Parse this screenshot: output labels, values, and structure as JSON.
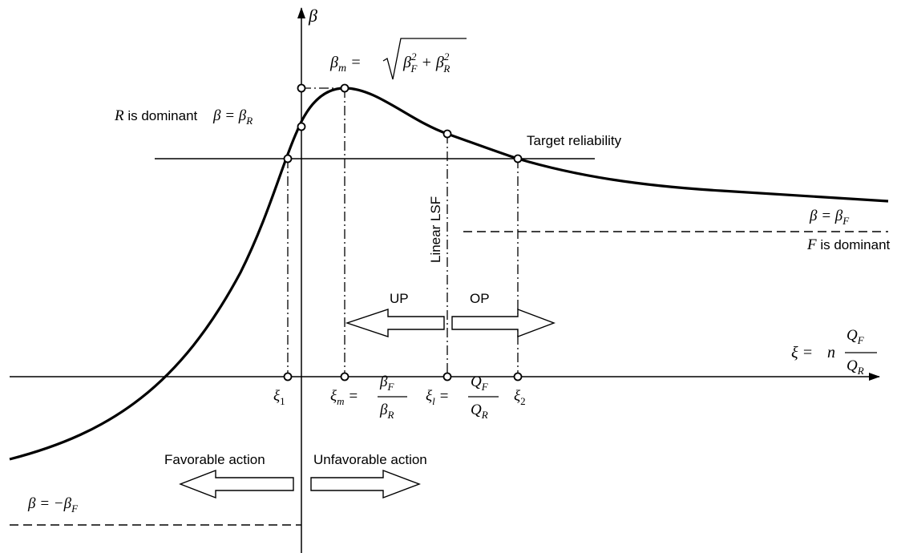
{
  "axes": {
    "y_label": "β",
    "x_label": {
      "lhs": "ξ = ",
      "n": "n",
      "num": "Q",
      "num_sub": "F",
      "den": "Q",
      "den_sub": "R"
    }
  },
  "curve_labels": {
    "beta_m": {
      "lhs": "β",
      "lhs_sub": "m",
      "eq": " = ",
      "r1": "β",
      "r1_sub": "F",
      "r1_sup": "2",
      "plus": " + ",
      "r2": "β",
      "r2_sub": "R",
      "r2_sup": "2"
    },
    "r_dominant": {
      "r": "R",
      "text": " is dominant",
      "beta": "β = β",
      "sub": "R"
    },
    "target_reliability": "Target reliability",
    "linear_lsf": "Linear LSF",
    "beta_f": {
      "beta": "β = β",
      "sub": "F"
    },
    "f_dominant": {
      "f": "F",
      "text": " is dominant"
    },
    "neg_beta_f": {
      "beta": "β = −β",
      "sub": "F"
    }
  },
  "arrows": {
    "up": "UP",
    "op": "OP",
    "favorable": "Favorable action",
    "unfavorable": "Unfavorable action"
  },
  "ticks": {
    "xi1": {
      "main": "ξ",
      "sub": "1"
    },
    "xim": {
      "main": "ξ",
      "sub": "m",
      "eq": " = ",
      "num": "β",
      "num_sub": "F",
      "den": "β",
      "den_sub": "R"
    },
    "xil": {
      "main": "ξ",
      "sub": "l",
      "eq": " = ",
      "num": "Q",
      "num_sub": "F",
      "den": "Q",
      "den_sub": "R"
    },
    "xi2": {
      "main": "ξ",
      "sub": "2"
    }
  }
}
